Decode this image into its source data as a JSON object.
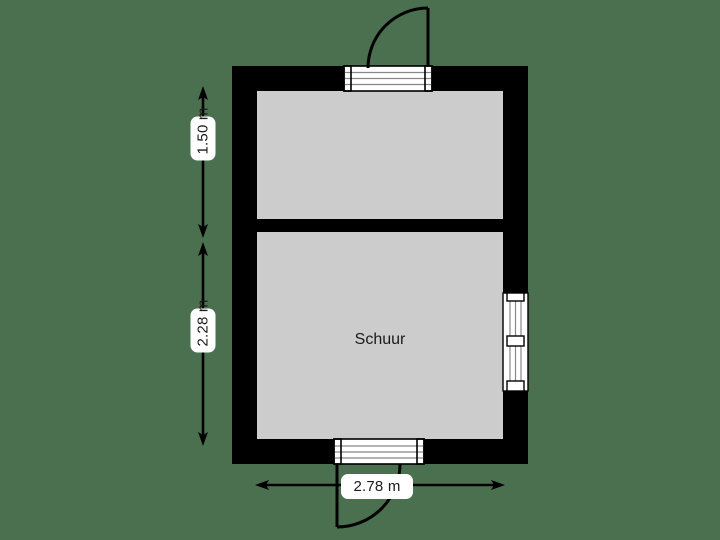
{
  "plan": {
    "title": "Schuur floor plan",
    "background_color": "#4a7050",
    "wall_color": "#000000",
    "floor_color": "#cccccc",
    "label_badge_color": "#ffffff",
    "text_color": "#1a1a1a"
  },
  "rooms": [
    {
      "name": "",
      "label": ""
    },
    {
      "name": "schuur",
      "label": "Schuur"
    }
  ],
  "dimensions": {
    "left_top": {
      "value": "1.50 m",
      "orientation": "vertical"
    },
    "left_bottom": {
      "value": "2.28 m",
      "orientation": "vertical"
    },
    "bottom": {
      "value": "2.78 m",
      "orientation": "horizontal"
    }
  },
  "openings": [
    {
      "name": "top-door",
      "type": "door",
      "swing": "outward-up-left"
    },
    {
      "name": "bottom-door",
      "type": "door",
      "swing": "outward-down-right"
    },
    {
      "name": "right-window",
      "type": "window",
      "orientation": "vertical"
    }
  ]
}
